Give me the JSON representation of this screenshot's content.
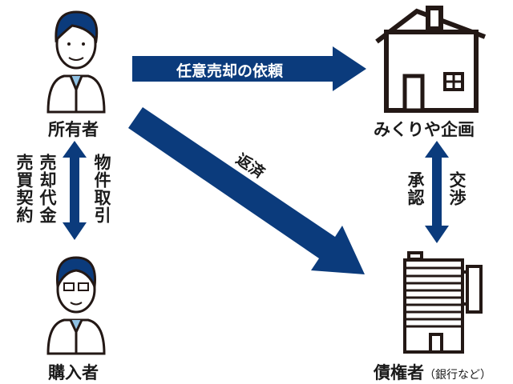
{
  "colors": {
    "arrow": "#0b3b7c",
    "outline": "#231815"
  },
  "nodes": {
    "owner": "所有者",
    "company": "みくりや企画",
    "buyer": "購入者",
    "creditor": "債権者",
    "creditor_note": "（銀行など）"
  },
  "arrows": {
    "request": "任意売却の依頼",
    "repay": "返済",
    "property_deal": "物件取引",
    "sale_proceeds": "売却代金",
    "sale_contract": "売買契約",
    "approval": "承認",
    "negotiation": "交渉"
  }
}
